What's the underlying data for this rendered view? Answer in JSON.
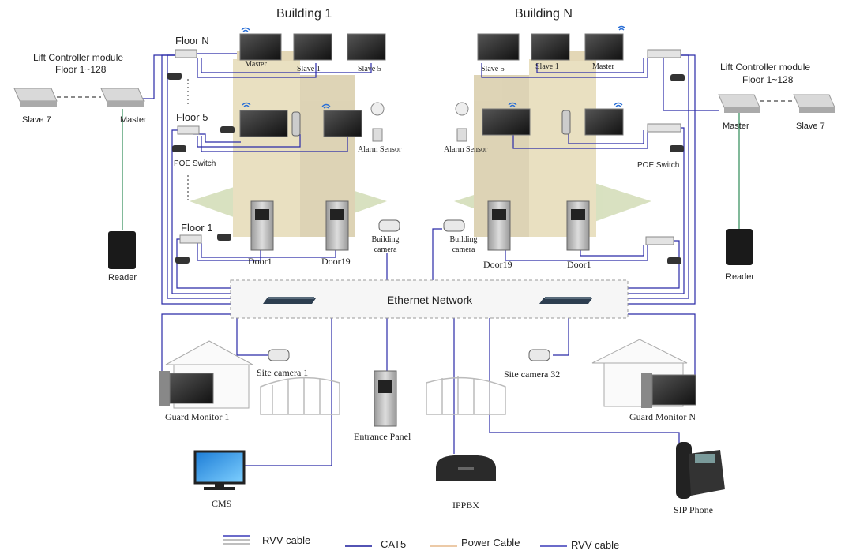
{
  "buildings": [
    {
      "title": "Building 1"
    },
    {
      "title": "Building N"
    }
  ],
  "floors": {
    "floor_n": "Floor N",
    "floor_5": "Floor 5",
    "floor_1": "Floor 1"
  },
  "lift_controller": {
    "title_line1": "Lift Controller module",
    "title_line2": "Floor 1~128",
    "master": "Master",
    "slave7": "Slave 7"
  },
  "monitors": {
    "master": "Master",
    "slave1": "Slave 1",
    "slave5": "Slave 5"
  },
  "devices": {
    "alarm_sensor": "Alarm Sensor",
    "poe_switch": "POE Switch",
    "reader": "Reader",
    "door1": "Door1",
    "door19": "Door19",
    "building_camera_line1": "Building",
    "building_camera_line2": "camera",
    "ethernet_network": "Ethernet Network",
    "site_camera_1": "Site camera 1",
    "site_camera_32": "Site camera 32",
    "guard_monitor_1": "Guard Monitor 1",
    "guard_monitor_n": "Guard Monitor N",
    "entrance_panel": "Entrance Panel",
    "cms": "CMS",
    "ippbx": "IPPBX",
    "sip_phone": "SIP Phone"
  },
  "legend": [
    {
      "label": "RVV cable",
      "color": "#3a3ab8"
    },
    {
      "label": "CAT5",
      "color": "#1a1a9c"
    },
    {
      "label": "Power Cable",
      "color": "#e5b98a"
    },
    {
      "label": "RVV cable",
      "color": "#3a3ab8"
    }
  ],
  "colors": {
    "cable": "#2a2aa8",
    "lift_link": "#2e8b57",
    "building_wall": "#d9c98a",
    "building_side": "#a8b27a"
  }
}
